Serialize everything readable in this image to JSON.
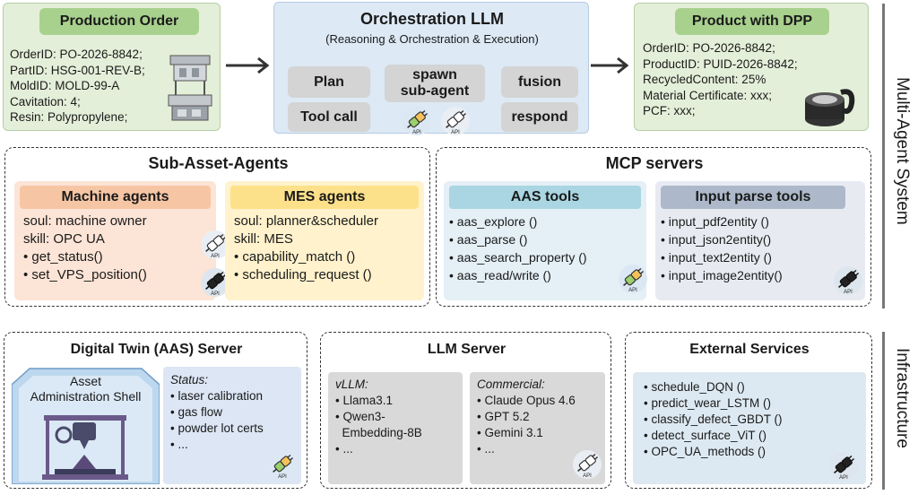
{
  "production_order": {
    "title": "Production Order",
    "lines": [
      "OrderID: PO-2026-8842;",
      "PartID: HSG-001-REV-B;",
      "MoldID: MOLD-99-A",
      "Cavitation: 4;",
      "Resin: Polypropylene;"
    ]
  },
  "orchestration": {
    "title": "Orchestration LLM",
    "subtitle": "(Reasoning & Orchestration & Execution)",
    "buttons": {
      "plan": "Plan",
      "spawn_line1": "spawn",
      "spawn_line2": "sub-agent",
      "fusion": "fusion",
      "tool_call": "Tool call",
      "respond": "respond"
    }
  },
  "product_dpp": {
    "title": "Product with DPP",
    "lines": [
      "OrderID: PO-2026-8842;",
      "ProductID: PUID-2026-8842;",
      "RecycledContent: 25%",
      "Material Certificate: xxx;",
      "PCF: xxx;"
    ]
  },
  "sub_asset_agents": {
    "title": "Sub-Asset-Agents",
    "machine": {
      "title": "Machine agents",
      "lines": [
        "soul: machine owner",
        "skill: OPC UA",
        "• get_status()",
        "• set_VPS_position()"
      ]
    },
    "mes": {
      "title": "MES agents",
      "lines": [
        "soul: planner&scheduler",
        "skill: MES",
        "• capability_match ()",
        "• scheduling_request ()"
      ]
    }
  },
  "mcp_servers": {
    "title": "MCP servers",
    "aas_tools": {
      "title": "AAS tools",
      "lines": [
        "• aas_explore ()",
        "• aas_parse ()",
        "• aas_search_property ()",
        "• aas_read/write ()"
      ]
    },
    "input_tools": {
      "title": "Input parse tools",
      "lines": [
        "• input_pdf2entity ()",
        "• input_json2entity()",
        "• input_text2entity ()",
        "• input_image2entity()"
      ]
    }
  },
  "digital_twin": {
    "title": "Digital Twin (AAS) Server",
    "shell_line1": "Asset",
    "shell_line2": "Administration Shell",
    "status_header": "Status:",
    "status_lines": [
      "• laser calibration",
      "• gas flow",
      "• powder lot certs",
      "• ..."
    ]
  },
  "llm_server": {
    "title": "LLM Server",
    "vllm_header": "vLLM:",
    "vllm_lines": [
      "• Llama3.1",
      "• Qwen3-",
      "  Embedding-8B",
      "• ..."
    ],
    "commercial_header": "Commercial:",
    "commercial_lines": [
      "• Claude Opus 4.6",
      "• GPT 5.2",
      "• Gemini 3.1",
      "• ..."
    ]
  },
  "external_services": {
    "title": "External Services",
    "lines": [
      "• schedule_DQN ()",
      "• predict_wear_LSTM ()",
      "• classify_defect_GBDT ()",
      "• detect_surface_ViT ()",
      "• OPC_UA_methods ()"
    ]
  },
  "side_labels": {
    "top": "Multi-Agent System",
    "bottom": "Infrastructure"
  },
  "api_label": "API",
  "colors": {
    "green_panel": "#e4efd9",
    "green_title": "#a9d18e",
    "blue_panel": "#dde9f5",
    "machine_head": "#f6c6a4",
    "mes_head": "#fde18a",
    "aas_head": "#a9d6e2",
    "input_head": "#adb9ca"
  }
}
